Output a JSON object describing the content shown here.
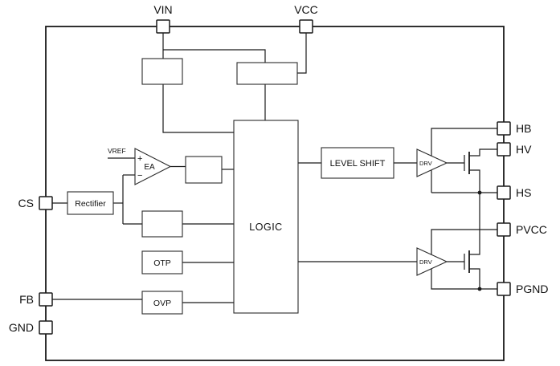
{
  "pins": {
    "vin": "VIN",
    "vcc": "VCC",
    "cs": "CS",
    "fb": "FB",
    "gnd": "GND",
    "hb": "HB",
    "hv": "HV",
    "hs": "HS",
    "pvcc": "PVCC",
    "pgnd": "PGND"
  },
  "blocks": {
    "rectifier": "Rectifier",
    "logic": "LOGIC",
    "level_shift": "LEVEL SHIFT",
    "otp": "OTP",
    "ovp": "OVP"
  },
  "amplifier": {
    "label": "EA",
    "vref": "VREF",
    "plus_input": "+",
    "minus_input": "−"
  },
  "drivers": {
    "high_side": "DRV",
    "low_side": "DRV"
  },
  "colors": {
    "line": "#1a1a1a",
    "background": "#ffffff"
  }
}
